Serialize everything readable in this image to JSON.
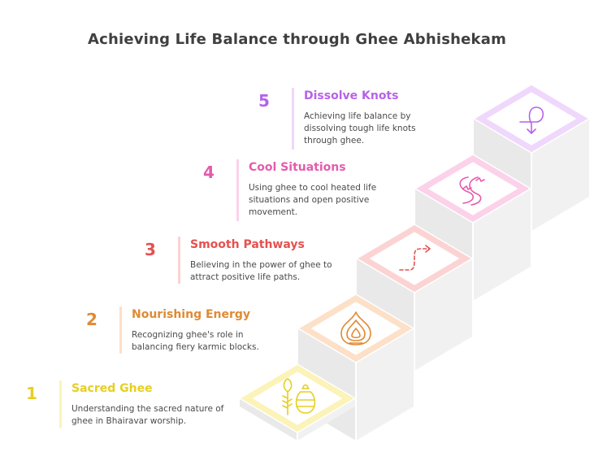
{
  "title": "Achieving Life Balance through Ghee Abhishekam",
  "steps": [
    {
      "number": "1",
      "title": "Sacred Ghee",
      "description": "Understanding the sacred nature of ghee in Bhairavar worship.",
      "icon": "wheat-and-ghee-pot-icon",
      "color": "#e6cf22",
      "light": "#fbf3b8"
    },
    {
      "number": "2",
      "title": "Nourishing Energy",
      "description": "Recognizing ghee's role in balancing fiery karmic blocks.",
      "icon": "flame-icon",
      "color": "#e08a33",
      "light": "#fde0c8"
    },
    {
      "number": "3",
      "title": "Smooth Pathways",
      "description": "Believing in the power of ghee to attract positive life paths.",
      "icon": "dashed-path-arrow-icon",
      "color": "#e5514f",
      "light": "#fcd3d3"
    },
    {
      "number": "4",
      "title": "Cool Situations",
      "description": "Using ghee to cool heated life situations and open positive movement.",
      "icon": "flowing-waves-icon",
      "color": "#e45bae",
      "light": "#fbd2ea"
    },
    {
      "number": "5",
      "title": "Dissolve Knots",
      "description": "Achieving life balance by dissolving tough life knots through ghee.",
      "icon": "knot-loop-arrow-icon",
      "color": "#b762e8",
      "light": "#efd8fb"
    }
  ]
}
